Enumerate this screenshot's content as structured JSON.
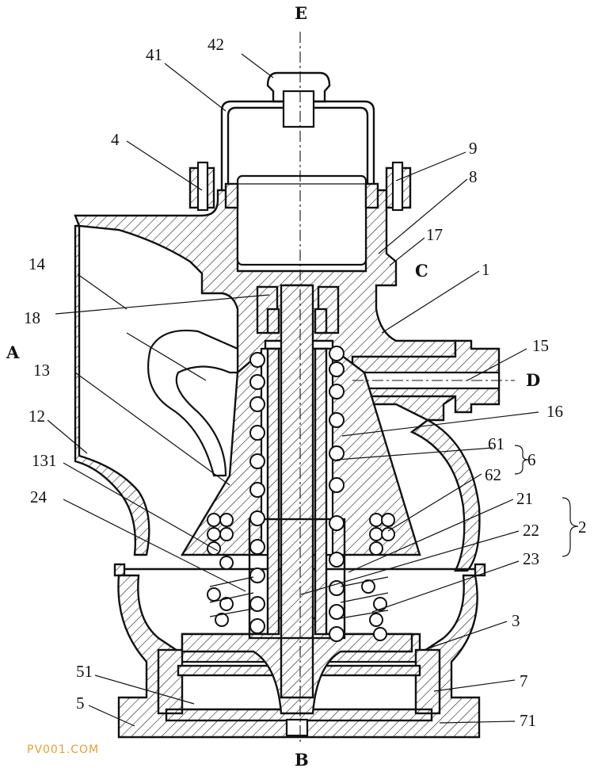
{
  "labels": {
    "E": "E",
    "B": "B",
    "A": "A",
    "C": "C",
    "D": "D",
    "n42": "42",
    "n41": "41",
    "n4": "4",
    "n9": "9",
    "n8": "8",
    "n17": "17",
    "n1": "1",
    "n14": "14",
    "n18": "18",
    "n15": "15",
    "n13": "13",
    "n16": "16",
    "n12": "12",
    "n61": "61",
    "n6": "6",
    "n62": "62",
    "n131": "131",
    "n24": "24",
    "n21": "21",
    "n2": "2",
    "n22": "22",
    "n23": "23",
    "n3": "3",
    "n51": "51",
    "n7": "7",
    "n5": "5",
    "n71": "71"
  },
  "watermark": "PV001.COM"
}
